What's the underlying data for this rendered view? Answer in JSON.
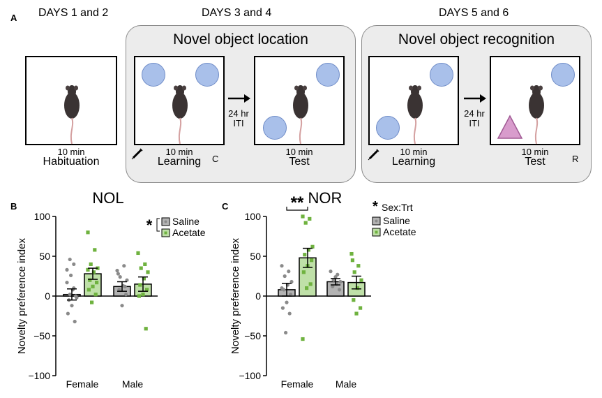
{
  "panel_letters": {
    "a": "A",
    "b": "B",
    "c": "C"
  },
  "timeline": {
    "days_1_2": "DAYS 1 and 2",
    "days_3_4": "DAYS 3 and 4",
    "days_5_6": "DAYS 5 and 6"
  },
  "groups": {
    "nol_title": "Novel object location",
    "nor_title": "Novel object recognition"
  },
  "stages": {
    "habituation": {
      "duration": "10 min",
      "name": "Habituation"
    },
    "nol_learning": {
      "duration": "10 min",
      "name": "Learning",
      "corner": "C"
    },
    "nol_test": {
      "duration": "10 min",
      "name": "Test"
    },
    "nor_learning": {
      "duration": "10 min",
      "name": "Learning"
    },
    "nor_test": {
      "duration": "10 min",
      "name": "Test",
      "corner": "R"
    }
  },
  "iti": {
    "line1": "24 hr",
    "line2": "ITI"
  },
  "colors": {
    "saline": "#b3b3b3",
    "acetate": "#bfe0a8",
    "saline_dot": "#8a8a8a",
    "acetate_dot": "#6fb23f",
    "object": "#a9c0ea",
    "novel_object": "#d89ccc",
    "mouse": "#3a3333"
  },
  "chart_data": [
    {
      "type": "bar",
      "title": "NOL",
      "ylabel": "Novelty preference index",
      "ylim": [
        -100,
        100
      ],
      "yticks": [
        -100,
        -50,
        0,
        50,
        100
      ],
      "categories": [
        "Female",
        "Male"
      ],
      "significance": "*",
      "series": [
        {
          "name": "Saline",
          "means": [
            2,
            12
          ],
          "sem": [
            7,
            6
          ],
          "points": [
            [
              17,
              10,
              2,
              -2,
              8,
              -5,
              0,
              -12,
              -22,
              -32,
              26,
              33,
              40,
              46
            ],
            [
              32,
              38,
              24,
              20,
              13,
              8,
              2,
              -12,
              28,
              12
            ]
          ]
        },
        {
          "name": "Acetate",
          "means": [
            28,
            15
          ],
          "sem": [
            7,
            9
          ],
          "points": [
            [
              80,
              58,
              40,
              35,
              30,
              20,
              17,
              12,
              8,
              2,
              -8,
              33
            ],
            [
              54,
              40,
              35,
              30,
              22,
              14,
              8,
              2,
              0,
              -41
            ]
          ]
        }
      ]
    },
    {
      "type": "bar",
      "title": "NOR",
      "ylabel": "Novelty preference index",
      "ylim": [
        -100,
        100
      ],
      "yticks": [
        -100,
        -50,
        0,
        50,
        100
      ],
      "categories": [
        "Female",
        "Male"
      ],
      "significance": "**",
      "interaction_label": "Sex:Trt",
      "series": [
        {
          "name": "Saline",
          "means": [
            8,
            18
          ],
          "sem": [
            8,
            4
          ],
          "points": [
            [
              38,
              31,
              25,
              18,
              14,
              8,
              2,
              -8,
              -15,
              -22,
              -46,
              10
            ],
            [
              31,
              27,
              20,
              18,
              15,
              12,
              8,
              24
            ]
          ]
        },
        {
          "name": "Acetate",
          "means": [
            48,
            17
          ],
          "sem": [
            12,
            8
          ],
          "points": [
            [
              100,
              97,
              92,
              62,
              58,
              52,
              45,
              38,
              30,
              15,
              10,
              -54
            ],
            [
              53,
              38,
              30,
              20,
              10,
              -5,
              -15,
              -22,
              45
            ]
          ]
        }
      ]
    }
  ]
}
